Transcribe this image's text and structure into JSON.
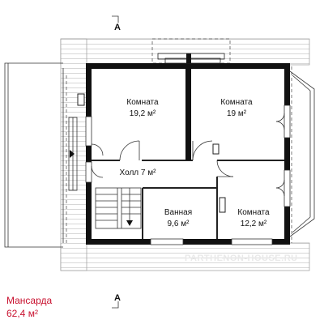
{
  "section_marker": "А",
  "rooms": [
    {
      "name": "Комната",
      "area": "19,2 м²"
    },
    {
      "name": "Комната",
      "area": "19 м²"
    },
    {
      "name": "Холл 7 м²"
    },
    {
      "name": "Ванная",
      "area": "9,6 м²"
    },
    {
      "name": "Комната",
      "area": "12,2 м²"
    }
  ],
  "floor": {
    "title": "Мансарда",
    "area": "62,4 м²",
    "color": "#c8102e"
  },
  "watermark": "PARTHENON-HOUSE.RU",
  "colors": {
    "wall": "#111111",
    "roof": "#c8c8c8",
    "line": "#333333"
  }
}
